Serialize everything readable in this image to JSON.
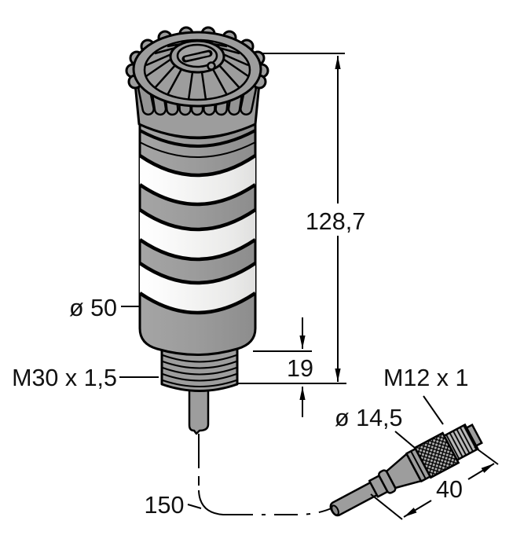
{
  "figure": {
    "kind": "technical dimension drawing of tower signal light with M12 connector cable",
    "background": "#ffffff",
    "colors": {
      "outline": "#000000",
      "body_gray": "#9c9c9c",
      "lens_white": "#f4f4f3",
      "text": "#111111"
    }
  },
  "labels": {
    "overall_height": "128,7",
    "body_diameter": "ø 50",
    "mounting_thread": "M30 x 1,5",
    "base_height": "19",
    "connector_thread": "M12 x 1",
    "connector_diameter": "ø 14,5",
    "connector_length": "40",
    "cable_length": "150"
  }
}
